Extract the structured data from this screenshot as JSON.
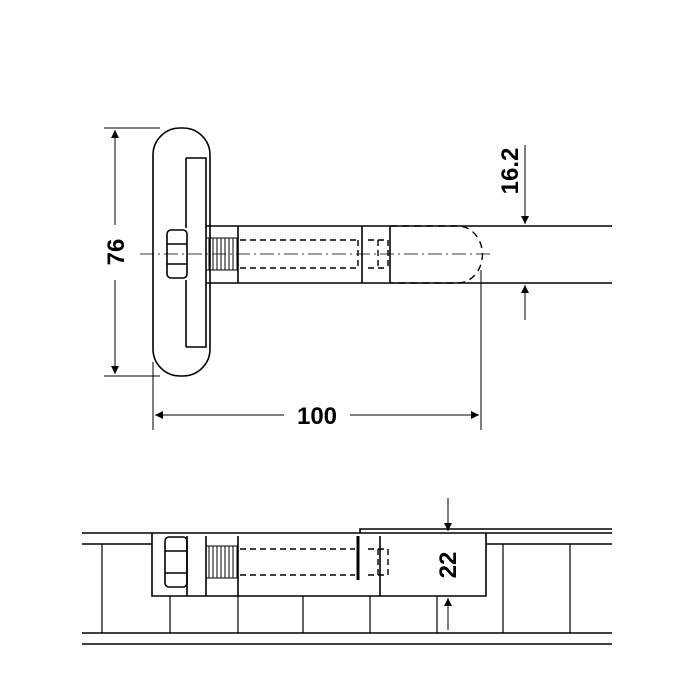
{
  "dimensions": {
    "height": "76",
    "length": "100",
    "offset": "16.2",
    "depth": "22"
  },
  "colors": {
    "line": "#000000",
    "background": "#ffffff"
  }
}
